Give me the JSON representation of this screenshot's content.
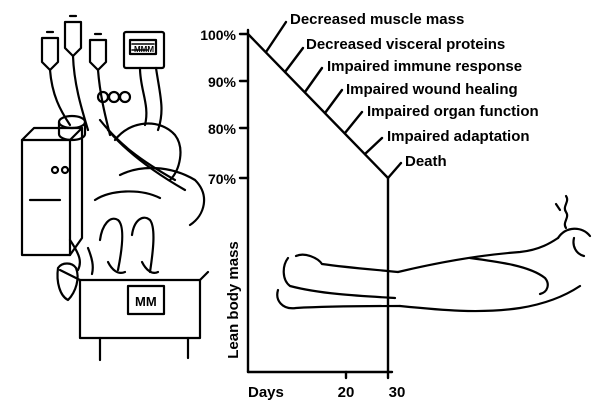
{
  "y_axis": {
    "label": "Lean body mass",
    "ticks": [
      "100%",
      "90%",
      "80%",
      "70%"
    ]
  },
  "x_axis": {
    "ticks": [
      "Days",
      "20",
      "30"
    ]
  },
  "consequences": [
    "Decreased muscle mass",
    "Decreased visceral proteins",
    "Impaired immune response",
    "Impaired wound healing",
    "Impaired organ function",
    "Impaired adaptation",
    "Death"
  ],
  "monitor_screen_text": "MMM",
  "bed_sign_text": "MM"
}
